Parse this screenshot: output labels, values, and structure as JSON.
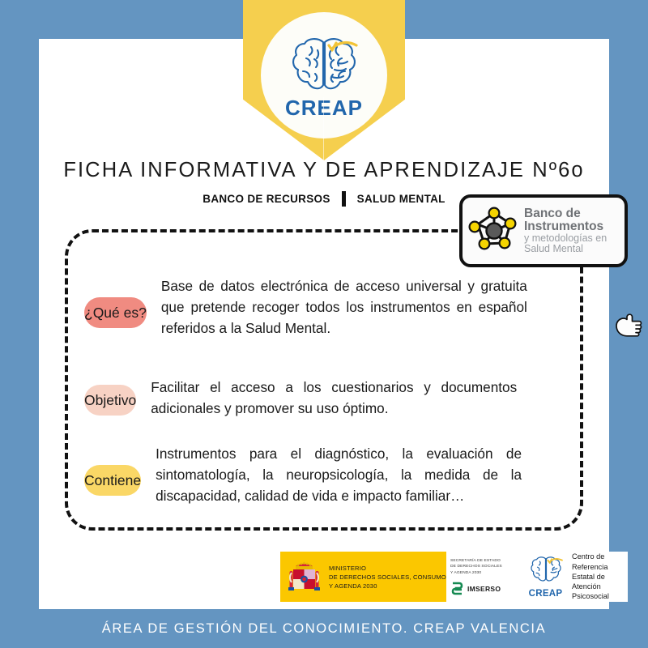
{
  "colors": {
    "page_background": "#6495c1",
    "card_background": "#ffffff",
    "ribbon_yellow": "#f5cf4e",
    "brand_blue": "#2166ac",
    "pill_que_es": "#f08b81",
    "pill_objetivo": "#f7d2c4",
    "pill_contiene": "#fad766",
    "ministry_yellow": "#fbc700",
    "dashed_border": "#111111"
  },
  "ribbon": {
    "logo_icon": "brain-icon",
    "wordmark": "CREAP"
  },
  "header": {
    "title": "FICHA INFORMATIVA Y DE APRENDIZAJE Nº6o",
    "subtitle_left": "BANCO DE RECURSOS",
    "subtitle_separator": "|",
    "subtitle_right": "SALUD MENTAL"
  },
  "banco_instrumentos_logo": {
    "icon": "network-nodes-icon",
    "line1": "Banco de",
    "line2": "Instrumentos",
    "line3": "y metodologías en",
    "line4": "Salud Mental"
  },
  "pointer": {
    "icon": "pointing-hand-icon"
  },
  "content_rows": [
    {
      "pill_label": "¿Qué es?",
      "pill_color": "#f08b81",
      "text": "Base de datos electrónica de acceso universal y gratuita que pretende recoger todos los instrumentos en español referidos a la Salud Mental."
    },
    {
      "pill_label": "Objetivo",
      "pill_color": "#f7d2c4",
      "text": "Facilitar el acceso a los cuestionarios y documentos adicionales y promover su uso óptimo."
    },
    {
      "pill_label": "Contiene",
      "pill_color": "#fad766",
      "text": "Instrumentos para el diagnóstico, la evaluación de sintomatología, la neuropsicología, la medida de la discapacidad, calidad de vida e impacto familiar…"
    }
  ],
  "footer": {
    "ministry": {
      "emblem_icon": "spain-coat-of-arms-icon",
      "line1": "MINISTERIO",
      "line2": "DE DERECHOS SOCIALES, CONSUMO",
      "line3": "Y AGENDA 2030"
    },
    "secretariat": {
      "line1": "SECRETARÍA DE ESTADO",
      "line2": "DE DERECHOS SOCIALES",
      "line3": "Y AGENDA 2030",
      "imserso_icon": "imserso-mark-icon",
      "imserso_label": "IMSERSO"
    },
    "creap": {
      "icon": "brain-icon",
      "wordmark": "CREAP",
      "line1": "Centro de",
      "line2": "Referencia",
      "line3": "Estatal de",
      "line4": "Atención",
      "line5": "Psicosocial"
    }
  },
  "banner": {
    "text": "ÁREA DE GESTIÓN DEL CONOCIMIENTO. CREAP VALENCIA"
  }
}
